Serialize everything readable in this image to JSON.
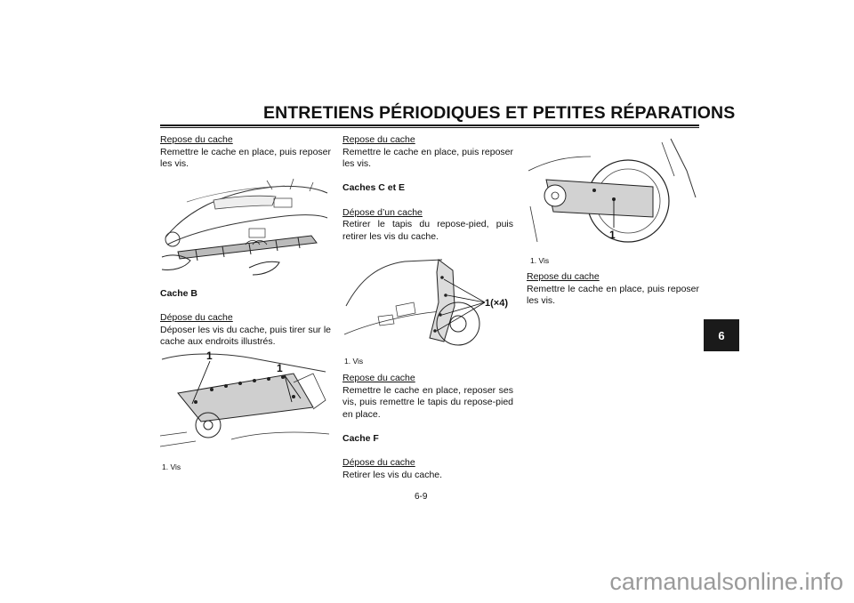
{
  "header": {
    "title": "ENTRETIENS PÉRIODIQUES ET PETITES RÉPARATIONS"
  },
  "col1": {
    "h1": "Repose du cache",
    "p1": "Remettre le cache en place, puis reposer les vis.",
    "section": "Cache B",
    "h2": "Dépose du cache",
    "p2": "Déposer les vis du cache, puis tirer sur le cache aux endroits illustrés.",
    "fig2_callout_a": "1",
    "fig2_callout_b": "1",
    "fig2_caption": "1. Vis"
  },
  "col2": {
    "h1": "Repose du cache",
    "p1": "Remettre le cache en place, puis reposer les vis.",
    "section": "Caches C et E",
    "h2": "Dépose d’un cache",
    "p2": "Retirer le tapis du repose-pied, puis retirer les vis du cache.",
    "fig_callout": "1(×4)",
    "fig_caption": "1. Vis",
    "h3": "Repose du cache",
    "p3": "Remettre le cache en place, reposer ses vis, puis remettre le tapis du repose-pied en place.",
    "section2": "Cache F",
    "h4": "Dépose du cache",
    "p4": "Retirer les vis du cache."
  },
  "col3": {
    "fig_callout": "1",
    "fig_caption": "1. Vis",
    "h1": "Repose du cache",
    "p1": "Remettre le cache en place, puis reposer les vis."
  },
  "side_tab": "6",
  "page_number": "6-9",
  "watermark": "carmanualsonline.info"
}
